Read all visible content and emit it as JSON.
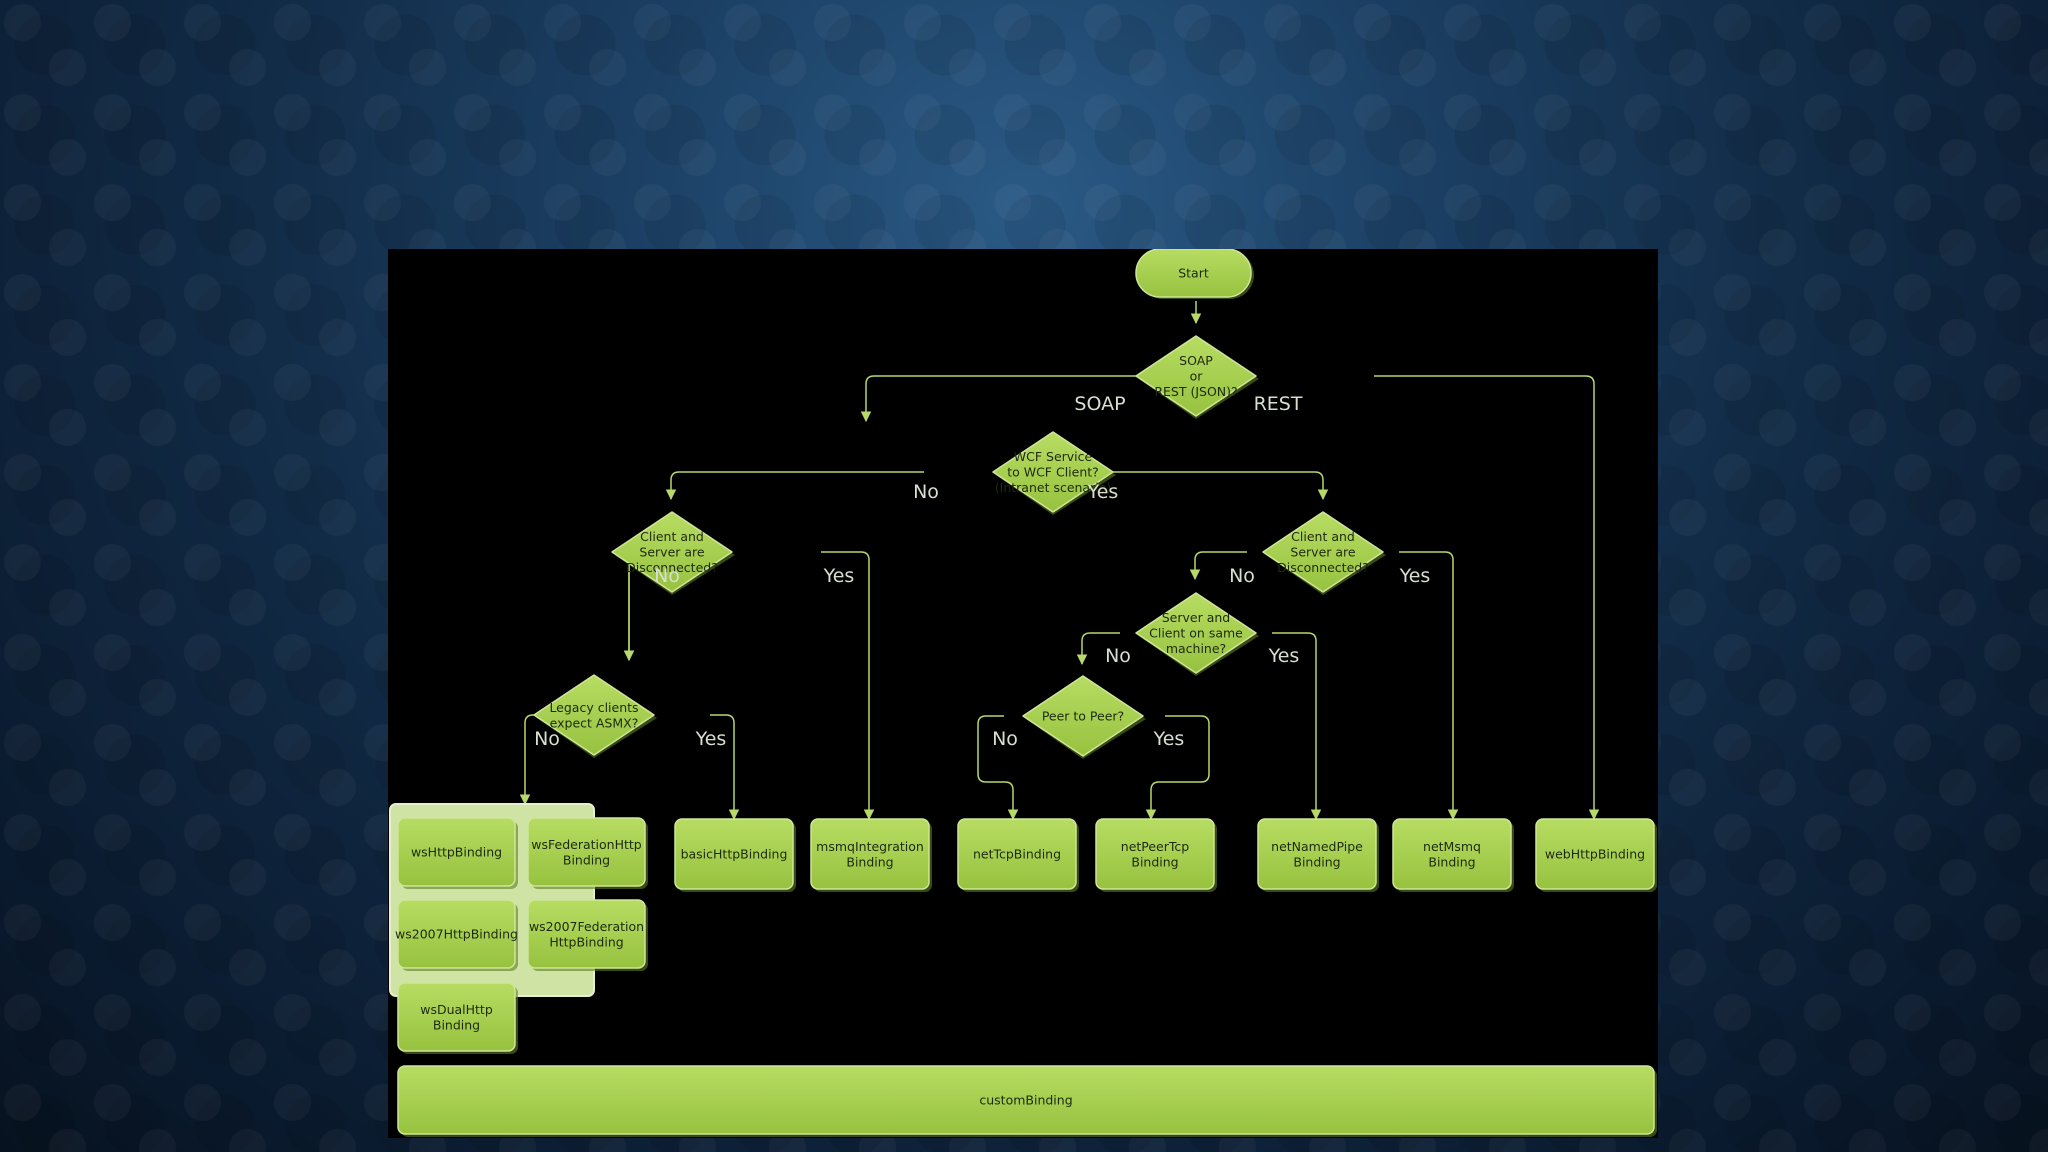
{
  "nodes": {
    "start": "Start",
    "soap_or_rest": [
      "SOAP",
      "or",
      "REST (JSON)?"
    ],
    "wcf_to_wcf": [
      "WCF Service",
      "to WCF Client?",
      "(Intranet scenario)"
    ],
    "disconnected_left": [
      "Client and",
      "Server are",
      "Disconnected?"
    ],
    "disconnected_right": [
      "Client and",
      "Server are",
      "Disconnected?"
    ],
    "same_machine": [
      "Server and",
      "Client on same",
      "machine?"
    ],
    "legacy_asmx": [
      "Legacy clients",
      "expect ASMX?"
    ],
    "peer_to_peer": [
      "Peer to Peer?"
    ]
  },
  "edge_labels": {
    "soap": "SOAP",
    "rest": "REST",
    "wcf_no": "No",
    "wcf_yes": "Yes",
    "disc_left_no": "No",
    "disc_left_yes": "Yes",
    "disc_right_no": "No",
    "disc_right_yes": "Yes",
    "same_no": "No",
    "same_yes": "Yes",
    "legacy_no": "No",
    "legacy_yes": "Yes",
    "peer_no": "No",
    "peer_yes": "Yes"
  },
  "bindings": {
    "wsHttp": [
      "wsHttpBinding"
    ],
    "wsFederationHttp": [
      "wsFederationHttp",
      "Binding"
    ],
    "ws2007Http": [
      "ws2007HttpBinding"
    ],
    "ws2007FederationHttp": [
      "ws2007Federation",
      "HttpBinding"
    ],
    "wsDualHttp": [
      "wsDualHttp",
      "Binding"
    ],
    "basicHttp": [
      "basicHttpBinding"
    ],
    "msmqIntegration": [
      "msmqIntegration",
      "Binding"
    ],
    "netTcp": [
      "netTcpBinding"
    ],
    "netPeerTcp": [
      "netPeerTcp",
      "Binding"
    ],
    "netNamedPipe": [
      "netNamedPipe",
      "Binding"
    ],
    "netMsmq": [
      "netMsmq",
      "Binding"
    ],
    "webHttp": [
      "webHttpBinding"
    ],
    "custom": [
      "customBinding"
    ]
  },
  "colors": {
    "shape_fill": "#a6d04e",
    "shape_dark": "#8db43a",
    "line": "#b7d86b",
    "group_fill": "#cfe3a4",
    "label_text": "#d7dfd0"
  }
}
